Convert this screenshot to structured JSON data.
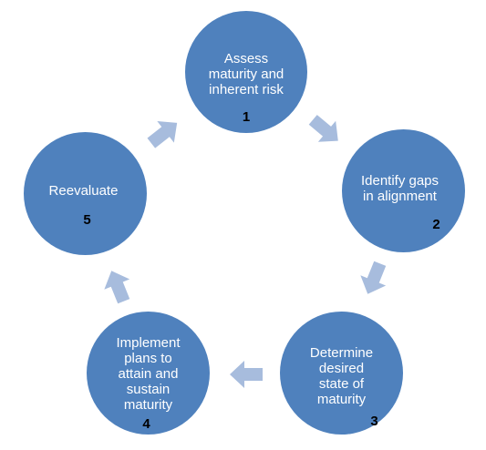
{
  "diagram": {
    "type": "cycle",
    "colors": {
      "node": "#4F81BD",
      "arrow": "#A7BCDD",
      "label": "#ffffff",
      "number": "#000000"
    },
    "nodes": [
      {
        "label": "Assess\nmaturity and\ninherent risk",
        "number": "1"
      },
      {
        "label": "Identify gaps\nin alignment",
        "number": "2"
      },
      {
        "label": "Determine\ndesired\nstate of\nmaturity",
        "number": "3"
      },
      {
        "label": "Implement\nplans to\nattain and\nsustain\nmaturity",
        "number": "4"
      },
      {
        "label": "Reevaluate",
        "number": "5"
      }
    ],
    "arrows": [
      {
        "from": "1",
        "to": "2",
        "icon": "right-arrow-icon"
      },
      {
        "from": "2",
        "to": "3",
        "icon": "down-arrow-icon"
      },
      {
        "from": "3",
        "to": "4",
        "icon": "left-arrow-icon"
      },
      {
        "from": "4",
        "to": "5",
        "icon": "up-arrow-icon"
      },
      {
        "from": "5",
        "to": "1",
        "icon": "right-arrow-icon"
      }
    ]
  }
}
